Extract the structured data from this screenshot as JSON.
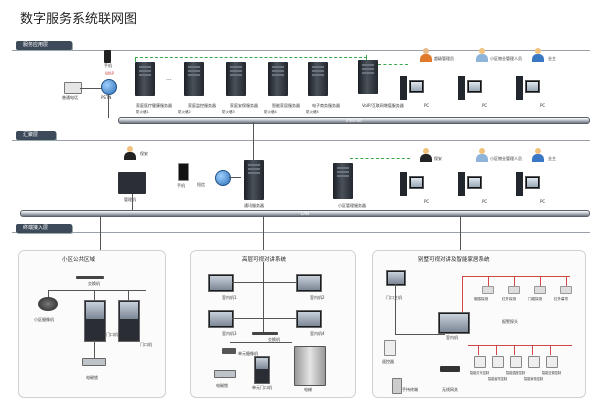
{
  "title": "数字服务系统联网图",
  "layers": {
    "service": "服务应用层",
    "aggregation": "汇聚层",
    "terminal": "终端接入层"
  },
  "buses": {
    "top": "Internet",
    "mid": "LAN"
  },
  "service": {
    "phone": "普通电话",
    "pstn": "PSTN",
    "mobile": "手机",
    "wap": "WAP",
    "servers": [
      "家庭医疗健康服务器",
      "家庭监控服务器",
      "家庭安保服务器",
      "智能家居服务器",
      "电子商务服务器",
      "VoIP/互联网增值服务器"
    ],
    "server_labels": [
      "防火墙1",
      "防火墙2",
      "防火墙3",
      "防火墙4",
      "防火墙5"
    ],
    "ellipsis": "···",
    "users": [
      "超级管理员",
      "小区物业管理人员",
      "业主"
    ],
    "pc_labels": [
      "PC",
      "PC",
      "PC"
    ]
  },
  "aggregation": {
    "guard": "保安",
    "guard_pc": "管理机",
    "mobile": "手机",
    "wifi": "短信",
    "central": "通讯服务器",
    "community": "小区管理服务器",
    "users": [
      "保安",
      "小区物业管理人员",
      "业主"
    ],
    "pc_labels": [
      "PC",
      "PC",
      "PC"
    ]
  },
  "panels": {
    "public": {
      "title": "小区公共区域",
      "switch": "交换机",
      "camera": "小区摄像机",
      "door1": "门口机",
      "door2": "门口机",
      "lock": "电磁锁"
    },
    "highrise": {
      "title": "高层可视对讲系统",
      "monitors": [
        "室内机1",
        "室内机2",
        "室内机3",
        "室内机4"
      ],
      "switch": "交换机",
      "camera": "单元摄像机",
      "lock": "电磁锁",
      "door": "单元门口机",
      "elevator": "电梯"
    },
    "villa": {
      "title": "别墅可视对讲及智能家居系统",
      "outdoor": "门口主机",
      "indoor": "室内机",
      "alarm": "报警探头",
      "sensors": [
        "烟感探测",
        "红外探测",
        "门磁探测",
        "红外幕帘"
      ],
      "meter": "数据采集",
      "siren": "声光报警",
      "lights": [
        "智能灯光控制",
        "智能窗帘控制",
        "智能插座控制",
        "智能家电控制",
        "智能空调控制"
      ],
      "remote": "遥控器",
      "wifi": "无线网关",
      "touch": "手持终端"
    }
  }
}
